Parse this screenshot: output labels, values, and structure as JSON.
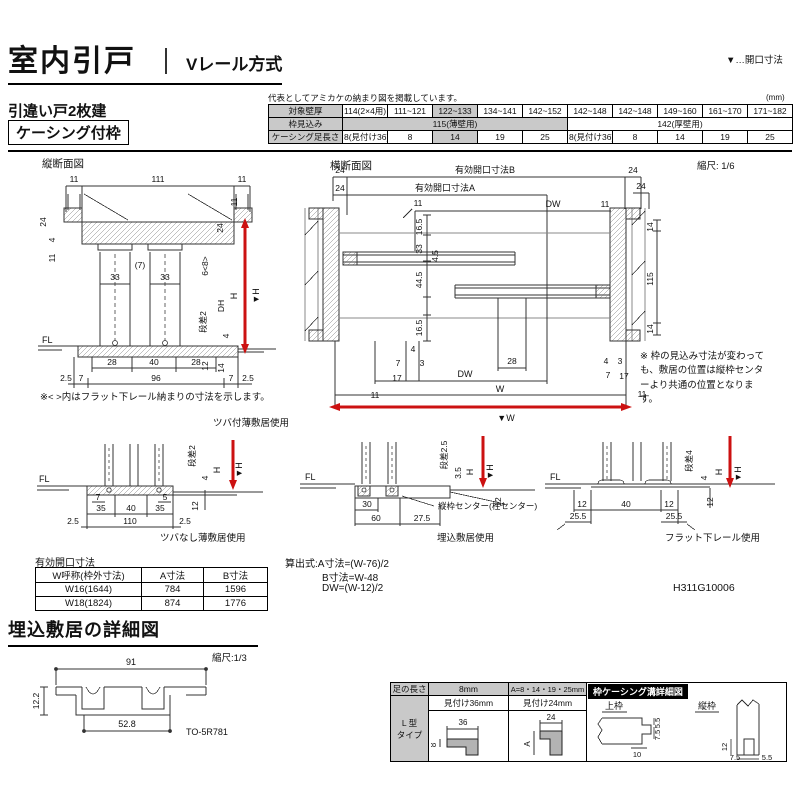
{
  "header": {
    "title": "室内引戸",
    "subtitle": "Vレール方式",
    "legend": "▼…開口寸法"
  },
  "intro": {
    "heading": "引違い戸2枚建",
    "subheading": "ケーシング付枠",
    "note": "代表としてアミカケの納まり図を掲載しています。",
    "unit": "(mm)"
  },
  "spec_table": {
    "labels": [
      "対象壁厚",
      "枠見込み",
      "ケーシング足長さ"
    ],
    "wall": [
      "114(2×4用)",
      "111~121",
      "122~133",
      "134~141",
      "142~152",
      "142~148",
      "142~148",
      "149~160",
      "161~170",
      "171~182"
    ],
    "frame": [
      "115(薄壁用)",
      "142(厚壁用)"
    ],
    "leg": [
      "8(見付け36)",
      "8",
      "14",
      "19",
      "25",
      "8(見付け36)",
      "8",
      "14",
      "19",
      "25"
    ]
  },
  "sections": {
    "vertical": "縦断面図",
    "horizontal": "横断面図",
    "scale16": "縮尺: 1/6"
  },
  "vs": {
    "caption": "ツバ付薄敷居使用",
    "note": "※< >内はフラット下レール納まりの寸法を示します。",
    "d": {
      "t11a": "11",
      "t111": "111",
      "t11b": "11",
      "l24": "24",
      "l4": "4",
      "l11": "11",
      "r11": "11",
      "r24": "24",
      "g68": "6<8>",
      "dh": "DH",
      "h": "H",
      "hv": "▼H",
      "dansa": "段差2",
      "r4": "4",
      "fl": "FL",
      "n7": "(7)",
      "t33a": "33",
      "t33b": "33",
      "b28a": "28",
      "b40": "40",
      "b28b": "28",
      "b12": "12",
      "b14": "14",
      "c25a": "2.5",
      "c7a": "7",
      "c96": "96",
      "c7b": "7",
      "c25b": "2.5"
    }
  },
  "hs": {
    "note": "※ 枠の見込み寸法が変わっても、敷居の位置は縦枠センターより共通の位置となります。",
    "d": {
      "t24a": "24",
      "openB": "有効開口寸法B",
      "t24b": "24",
      "openA": "有効開口寸法A",
      "t11": "11",
      "dwTop": "DW",
      "l165a": "16.5",
      "l33": "33",
      "l45": "4.5",
      "l445": "44.5",
      "l165b": "16.5",
      "l4": "4",
      "l7": "7",
      "l3": "3",
      "l17": "17",
      "l11": "11",
      "r24a": "24",
      "r24b": "24",
      "r11": "11",
      "r14a": "14",
      "r115": "115",
      "r14b": "14",
      "r4": "4",
      "r3": "3",
      "r7": "7",
      "r17": "17",
      "rb11": "11",
      "b28": "28",
      "dwBot": "DW",
      "w": "W",
      "wv": "▼W"
    }
  },
  "fd1": {
    "caption": "ツバなし薄敷居使用",
    "d": {
      "dansa": "段差2",
      "s4": "4",
      "h": "H",
      "hv": "▼H",
      "fl": "FL",
      "d7": "7",
      "d5": "5",
      "d35a": "35",
      "d40": "40",
      "d35b": "35",
      "d25a": "2.5",
      "d110": "110",
      "d25b": "2.5",
      "d12": "12"
    }
  },
  "fd2": {
    "caption": "埋込敷居使用",
    "center_label": "縦枠センター(柱センター)",
    "d": {
      "dansa": "段差2.5",
      "s35": "3.5",
      "h": "H",
      "hv": "▼H",
      "fl": "FL",
      "d30": "30",
      "d60": "60",
      "d275": "27.5",
      "d12": "12"
    }
  },
  "fd3": {
    "caption": "フラット下レール使用",
    "d": {
      "dansa": "段差4",
      "s4": "4",
      "h": "H",
      "hv": "▼H",
      "fl": "FL",
      "d12a": "12",
      "d40": "40",
      "d12b": "12",
      "d255a": "25.5",
      "d255b": "25.5",
      "d12c": "12"
    }
  },
  "opening": {
    "title": "有効開口寸法",
    "headers": [
      "W呼称(枠外寸法)",
      "A寸法",
      "B寸法"
    ],
    "rows": [
      [
        "W16(1644)",
        "784",
        "1596"
      ],
      [
        "W18(1824)",
        "874",
        "1776"
      ]
    ]
  },
  "formulas": {
    "l1": "算出式:A寸法=(W-76)/2",
    "l2": "B寸法=W-48",
    "l3": "DW=(W-12)/2"
  },
  "doc_code": "H311G10006",
  "detail": {
    "heading": "埋込敷居の詳細図",
    "scale": "縮尺:1/3",
    "part": "TO-5R781",
    "d91": "91",
    "d122": "12.2",
    "d528": "52.8"
  },
  "casing": {
    "c0": "足の長さ",
    "c1": "8mm",
    "c2": "A=8・14・19・25mm",
    "c3": "枠ケーシング溝詳細図",
    "r1a": "見付け36mm",
    "r1b": "見付け24mm",
    "ltype1": "L 型",
    "ltype2": "タイプ",
    "upper": "上枠",
    "vert": "縦枠",
    "d": {
      "d36": "36",
      "d8": "8",
      "d24": "24",
      "dA": "A",
      "d55a": "5.5",
      "d75a": "7.5",
      "d10": "10",
      "d12": "12",
      "d75b": "7.5",
      "d55b": "5.5"
    }
  }
}
